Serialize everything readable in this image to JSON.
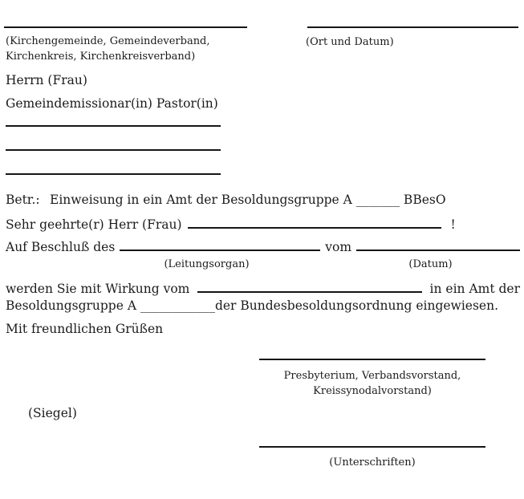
{
  "header": {
    "left_caption_line1": "(Kirchengemeinde, Gemeindeverband,",
    "left_caption_line2": "Kirchenkreis, Kirchenkreisverband)",
    "right_caption": "(Ort und Datum)"
  },
  "recipient": {
    "line1": "Herrn (Frau)",
    "line2": "Gemeindemissionar(in) Pastor(in)"
  },
  "subject": {
    "label": "Betr.:",
    "text": "Einweisung in ein Amt der Besoldungsgruppe A _______ BBesO"
  },
  "salutation": {
    "text": "Sehr geehrte(r) Herr (Frau)",
    "suffix": "!"
  },
  "body": {
    "resolution_prefix": "Auf Beschluß des",
    "resolution_mid": "vom",
    "caption_leitungsorgan": "(Leitungsorgan)",
    "caption_datum": "(Datum)",
    "effect_prefix": "werden Sie mit Wirkung vom",
    "effect_suffix": "in ein Amt der",
    "effect_line2": "Besoldungsgruppe A ____________der Bundesbesoldungsordnung eingewiesen.",
    "closing": "Mit freundlichen Grüßen"
  },
  "signature": {
    "caption_line1": "Presbyterium, Verbandsvorstand,",
    "caption_line2": "Kreissynodalvorstand)",
    "seal": "(Siegel)",
    "caption_unterschriften": "(Unterschriften)"
  }
}
